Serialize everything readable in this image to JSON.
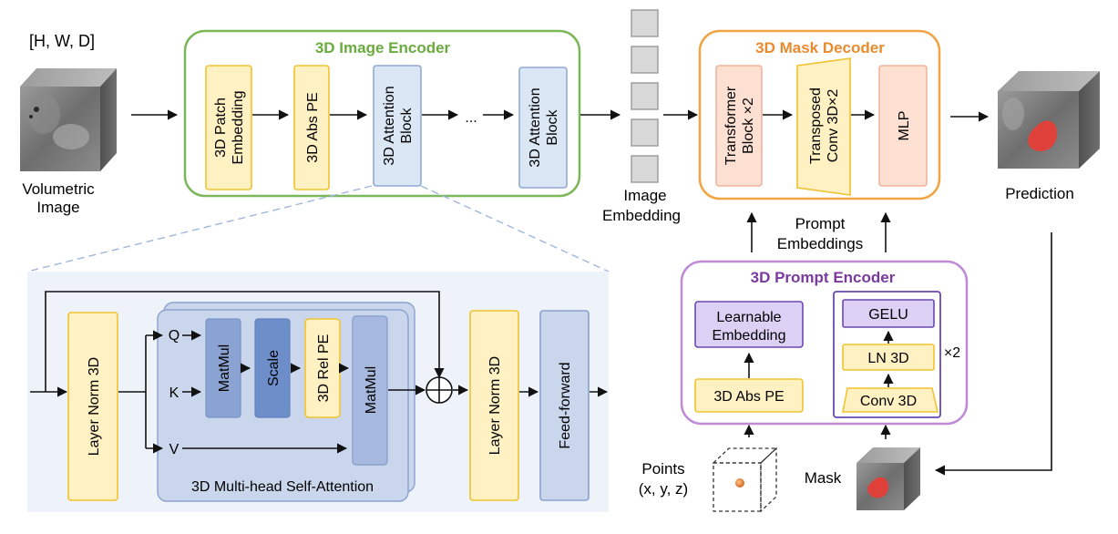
{
  "input": {
    "dims_label": "[H, W, D]",
    "caption_line1": "Volumetric",
    "caption_line2": "Image"
  },
  "encoder": {
    "title": "3D Image Encoder",
    "patch_line1": "3D Patch",
    "patch_line2": "Embedding",
    "abs_pe": "3D Abs PE",
    "attn_line1": "3D Attention",
    "attn_line2": "Block",
    "ellipsis": "...",
    "attn2_line1": "3D Attention",
    "attn2_line2": "Block"
  },
  "embedding": {
    "line1": "Image",
    "line2": "Embedding"
  },
  "decoder": {
    "title": "3D Mask Decoder",
    "transformer_line1": "Transformer",
    "transformer_line2": "Block ×2",
    "transposed_line1": "Transposed",
    "transposed_line2": "Conv 3D×2",
    "mlp": "MLP"
  },
  "output": {
    "caption": "Prediction"
  },
  "prompt_embeddings": {
    "line1": "Prompt",
    "line2": "Embeddings"
  },
  "prompt_encoder": {
    "title": "3D Prompt Encoder",
    "learnable_line1": "Learnable",
    "learnable_line2": "Embedding",
    "abs_pe": "3D Abs PE",
    "gelu": "GELU",
    "ln3d": "LN 3D",
    "conv3d": "Conv 3D",
    "repeat": "×2"
  },
  "points": {
    "line1": "Points",
    "line2": "(x, y, z)"
  },
  "mask": {
    "label": "Mask"
  },
  "detail": {
    "layernorm1": "Layer Norm 3D",
    "q": "Q",
    "k": "K",
    "v": "V",
    "matmul1": "MatMul",
    "scale": "Scale",
    "relpe": "3D Rel PE",
    "matmul2": "MatMul",
    "mhsa_caption": "3D Multi-head Self-Attention",
    "layernorm2": "Layer Norm 3D",
    "ffn": "Feed-forward"
  },
  "colors": {
    "encoder_border": "#7cb75a",
    "encoder_title": "#6aab3f",
    "decoder_border": "#f0a443",
    "decoder_title": "#e88a2e",
    "prompt_border": "#c08ad6",
    "prompt_title": "#7a3aa0",
    "yellow_fill": "#fff1c2",
    "yellow_border": "#f2c230",
    "blue_fill": "#dbe7f5",
    "blue_border": "#8fa9d6",
    "salmon_fill": "#fde0d2",
    "salmon_border": "#f2b39a",
    "purple_fill": "#dcd0f5",
    "purple_border": "#6a48b0",
    "detail_bg": "#eef3f9",
    "mhsa_fill": "#c9d6ec",
    "mhsa_border": "#8aa0cf",
    "op_fill": "#8aa3d3",
    "op_dark": "#6e8ec9",
    "mask_red": "#e0403a"
  }
}
